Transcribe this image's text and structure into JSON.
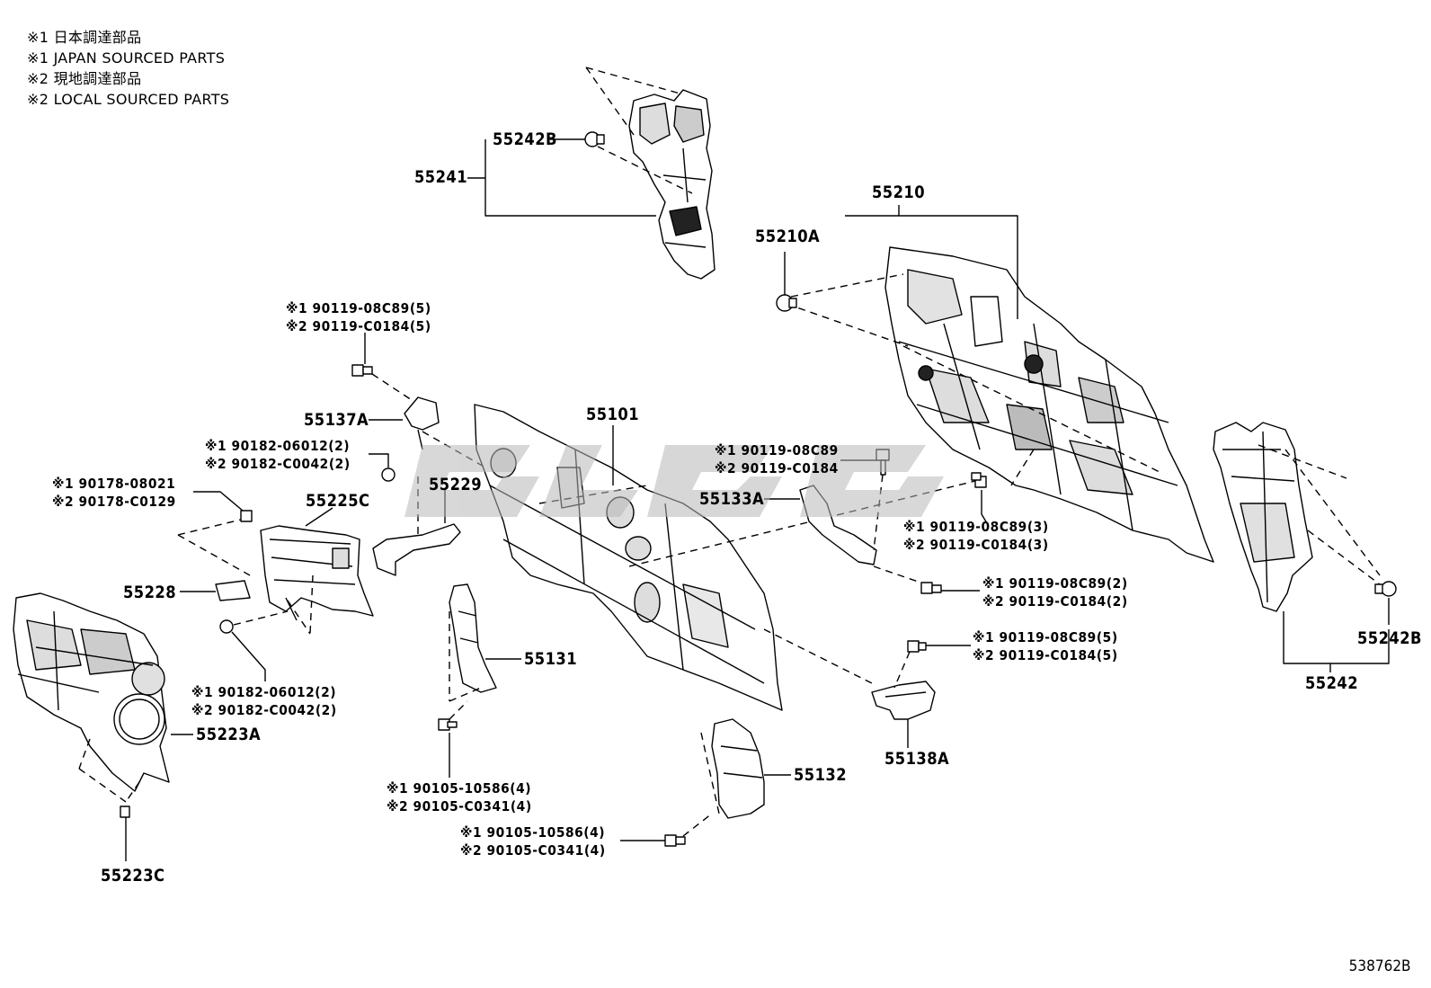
{
  "legend": {
    "line1": "※1 日本調達部品",
    "line2": "※1 JAPAN SOURCED PARTS",
    "line3": "※2 現地調達部品",
    "line4": "※2 LOCAL SOURCED PARTS"
  },
  "parts": {
    "p55242B_top": "55242B",
    "p55241": "55241",
    "p55210": "55210",
    "p55210A": "55210A",
    "p55137A": "55137A",
    "p55101": "55101",
    "p55229": "55229",
    "p55225C": "55225C",
    "p55133A": "55133A",
    "p55228": "55228",
    "p55131": "55131",
    "p55223A": "55223A",
    "p55223C": "55223C",
    "p55132": "55132",
    "p55138A": "55138A",
    "p55242B_right": "55242B",
    "p55242": "55242"
  },
  "fasteners": {
    "f1": {
      "a": "※1 90119-08C89(5)",
      "b": "※2 90119-C0184(5)"
    },
    "f2": {
      "a": "※1 90182-06012(2)",
      "b": "※2 90182-C0042(2)"
    },
    "f3": {
      "a": "※1 90178-08021",
      "b": "※2 90178-C0129"
    },
    "f4": {
      "a": "※1 90182-06012(2)",
      "b": "※2 90182-C0042(2)"
    },
    "f5": {
      "a": "※1 90119-08C89",
      "b": "※2 90119-C0184"
    },
    "f6": {
      "a": "※1 90119-08C89(3)",
      "b": "※2 90119-C0184(3)"
    },
    "f7": {
      "a": "※1 90119-08C89(2)",
      "b": "※2 90119-C0184(2)"
    },
    "f8": {
      "a": "※1 90119-08C89(5)",
      "b": "※2 90119-C0184(5)"
    },
    "f9": {
      "a": "※1 90105-10586(4)",
      "b": "※2 90105-C0341(4)"
    },
    "f10": {
      "a": "※1 90105-10586(4)",
      "b": "※2 90105-C0341(4)"
    }
  },
  "diagram_id": "538762B"
}
